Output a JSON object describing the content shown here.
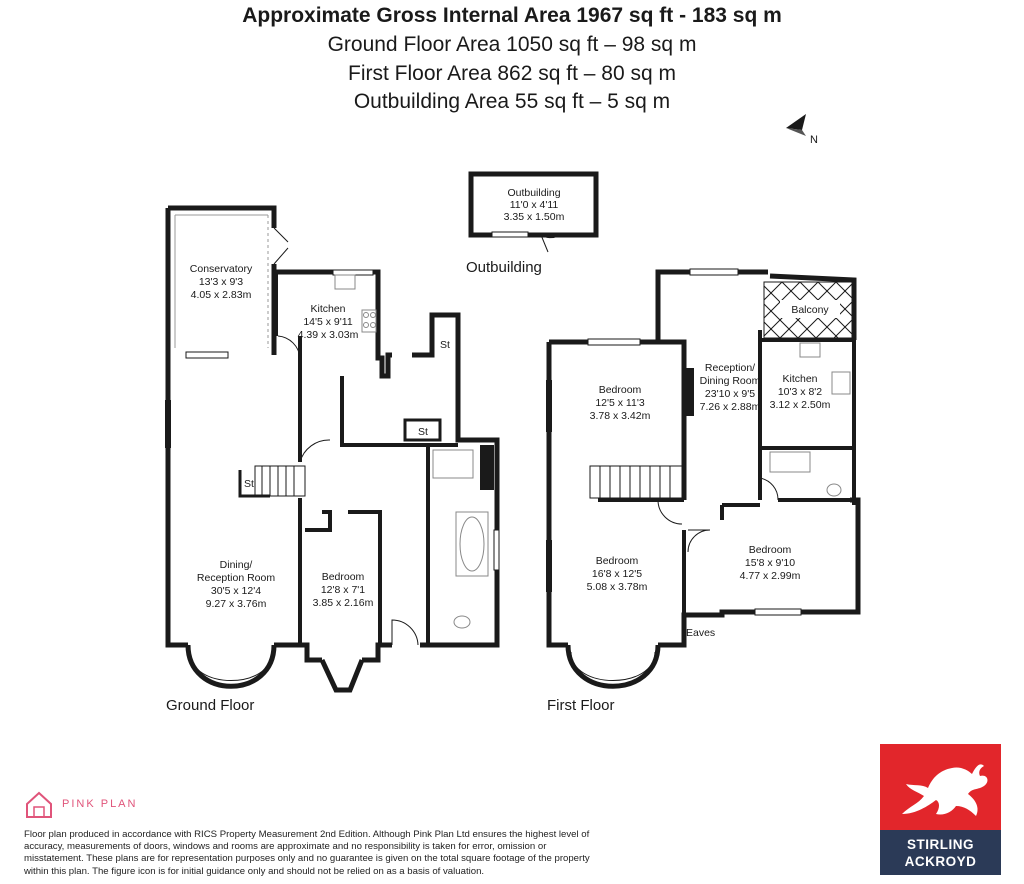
{
  "header": {
    "title": "Approximate Gross Internal Area 1967 sq ft - 183 sq m",
    "ground_area": "Ground Floor Area 1050 sq ft – 98 sq m",
    "first_area": "First Floor Area 862 sq ft – 80 sq m",
    "outbuilding_area": "Outbuilding Area 55 sq ft – 5 sq m"
  },
  "compass": {
    "label": "N"
  },
  "floors": {
    "ground": "Ground Floor",
    "first": "First Floor",
    "outbuilding": "Outbuilding"
  },
  "rooms": {
    "outbuilding": {
      "name": "Outbuilding",
      "imperial": "11'0 x 4'11",
      "metric": "3.35 x 1.50m"
    },
    "conservatory": {
      "name": "Conservatory",
      "imperial": "13'3 x 9'3",
      "metric": "4.05 x 2.83m"
    },
    "kitchen_gf": {
      "name": "Kitchen",
      "imperial": "14'5 x 9'11",
      "metric": "4.39 x 3.03m"
    },
    "dining_gf": {
      "name1": "Dining/",
      "name2": "Reception Room",
      "imperial": "30'5 x 12'4",
      "metric": "9.27 x 3.76m"
    },
    "bedroom_gf": {
      "name": "Bedroom",
      "imperial": "12'8 x 7'1",
      "metric": "3.85 x 2.16m"
    },
    "bedroom_ff1": {
      "name": "Bedroom",
      "imperial": "12'5 x 11'3",
      "metric": "3.78 x 3.42m"
    },
    "bedroom_ff2": {
      "name": "Bedroom",
      "imperial": "16'8 x 12'5",
      "metric": "5.08 x 3.78m"
    },
    "reception_ff": {
      "name1": "Reception/",
      "name2": "Dining Room",
      "imperial": "23'10 x 9'5",
      "metric": "7.26 x 2.88m"
    },
    "kitchen_ff": {
      "name": "Kitchen",
      "imperial": "10'3 x 8'2",
      "metric": "3.12 x 2.50m"
    },
    "bedroom_ff3": {
      "name": "Bedroom",
      "imperial": "15'8 x 9'10",
      "metric": "4.77 x 2.99m"
    },
    "balcony": "Balcony",
    "eaves": "Eaves",
    "store": "St"
  },
  "footer": {
    "pink_plan": "PINK PLAN",
    "disclaimer": "Floor plan produced in accordance with RICS Property Measurement 2nd Edition. Although Pink Plan Ltd ensures the highest level of accuracy, measurements of doors, windows and rooms are approximate and no responsibility is taken for error, omission or misstatement. These plans are for representation purposes only and no guarantee is given on the total square footage of the property within this plan. The figure icon is for initial guidance only and should not be relied on as a basis of valuation."
  },
  "brand": {
    "line1": "STIRLING",
    "line2": "ACKROYD"
  },
  "colors": {
    "wall": "#1a1a1a",
    "brand_red": "#e2262b",
    "brand_navy": "#2b3a57",
    "pink": "#e0547a"
  }
}
